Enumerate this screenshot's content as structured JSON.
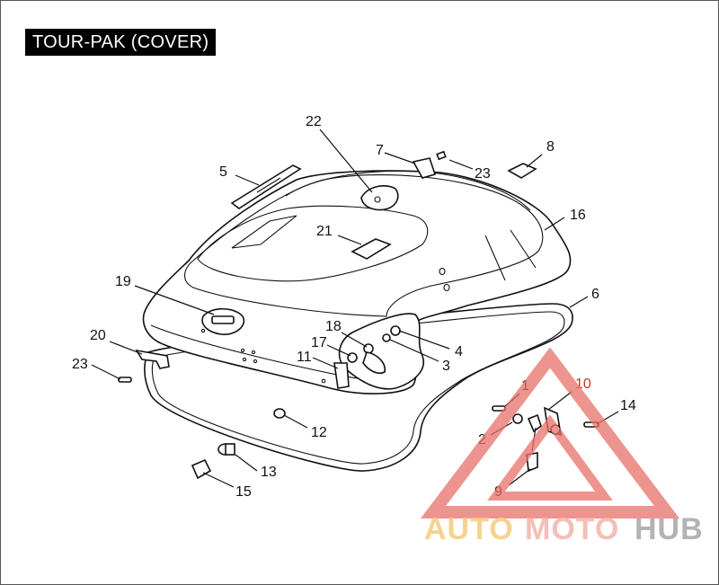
{
  "title": "TOUR-PAK (COVER)",
  "callouts": {
    "c1": "1",
    "c2": "2",
    "c3": "3",
    "c4": "4",
    "c5": "5",
    "c6": "6",
    "c7": "7",
    "c8": "8",
    "c9": "9",
    "c10": "10",
    "c11": "11",
    "c12": "12",
    "c13": "13",
    "c14": "14",
    "c15": "15",
    "c16": "16",
    "c17": "17",
    "c18": "18",
    "c19": "19",
    "c20": "20",
    "c21": "21",
    "c22": "22",
    "c23a": "23",
    "c23b": "23"
  },
  "watermark": {
    "part1": "AUTO",
    "part2": "MOTO",
    "part3": "HUB",
    "colors": {
      "auto": "#f5c469",
      "moto": "#f2a8a0",
      "hub": "#9a9a9a",
      "triangle": "#e8716a"
    }
  }
}
